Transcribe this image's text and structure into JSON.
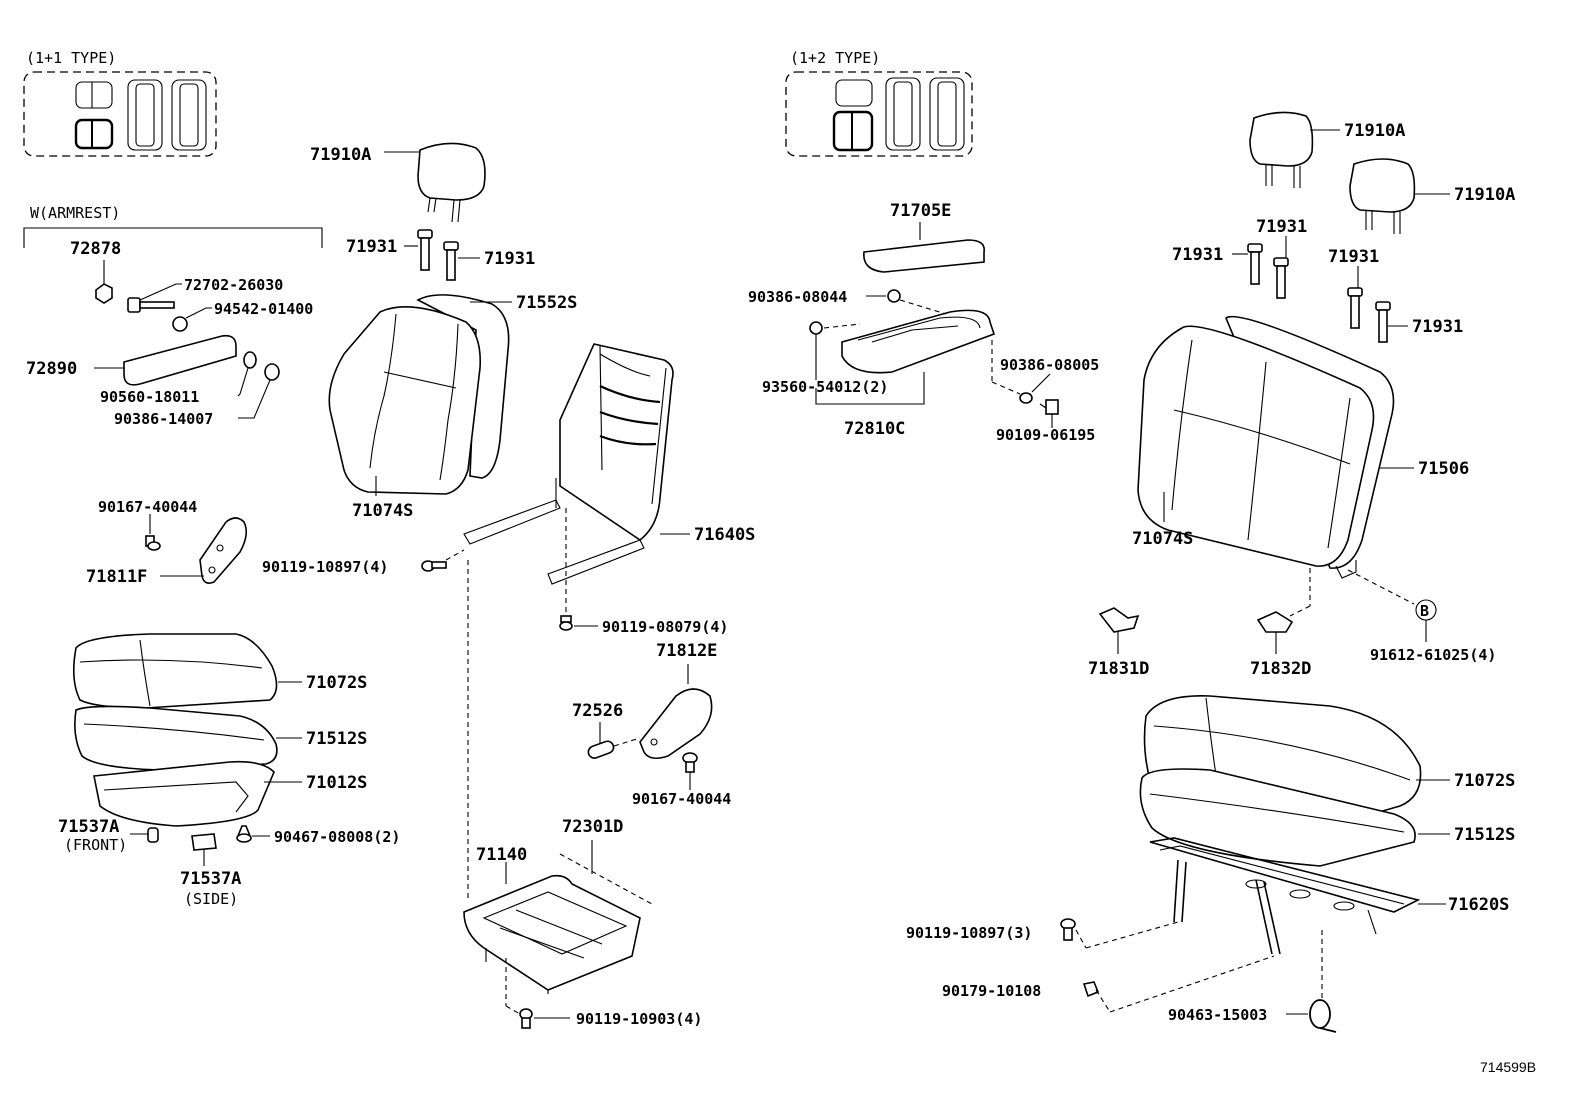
{
  "variants": {
    "type_1_1": "(1+1 TYPE)",
    "type_1_2": "(1+2 TYPE)",
    "armrest_group": "W(ARMREST)"
  },
  "labels": {
    "headrest_left": "71910A",
    "guide_left_a": "71931",
    "guide_left_b": "71931",
    "back_cover_left": "71552S",
    "back_pad_left": "71074S",
    "back_frame_left": "71640S",
    "armrest_bolt_a": "72878",
    "armrest_bolt_b": "72702-26030",
    "armrest_washer": "94542-01400",
    "armrest": "72890",
    "armrest_screw_a": "90560-18011",
    "armrest_screw_b": "90386-14007",
    "shield_screw": "90167-40044",
    "shield_left": "71811F",
    "bolt_back_frame": "90119-10897(4)",
    "bolt_back_lower": "90119-08079(4)",
    "shield_right": "71812E",
    "knob": "72526",
    "shield_screw_b": "90167-40044",
    "cushion_cover_left": "71072S",
    "cushion_pad_left": "71512S",
    "cushion_frame_left": "71012S",
    "clip_front": "71537A",
    "clip_front_note": "(FRONT)",
    "clip_side": "71537A",
    "clip_side_note": "(SIDE)",
    "cushion_clip": "90467-08008(2)",
    "seat_track": "71140",
    "track_wire": "72301D",
    "track_bolt": "90119-10903(4)",
    "center_armrest_cover": "71705E",
    "armrest_cushion_a": "90386-08044",
    "armrest_screw": "93560-54012(2)",
    "armrest_cushion_b": "90386-08005",
    "center_armrest": "72810C",
    "armrest_bolt_c": "90109-06195",
    "headrest_right_a": "71910A",
    "headrest_right_b": "71910A",
    "guide_right_a": "71931",
    "guide_right_b": "71931",
    "guide_right_c": "71931",
    "guide_right_d": "71931",
    "back_pad_right": "71074S",
    "back_right": "71506",
    "hinge_cover_a": "71831D",
    "hinge_cover_b": "71832D",
    "ref_b_mark": "B",
    "ref_b_part": "91612-61025(4)",
    "cushion_cover_right": "71072S",
    "cushion_pad_right": "71512S",
    "cushion_frame_right": "71620S",
    "bolt_frame_right": "90119-10897(3)",
    "clip_right": "90179-10108",
    "hook_right": "90463-15003"
  },
  "footer": {
    "drawing_id": "714599B"
  }
}
